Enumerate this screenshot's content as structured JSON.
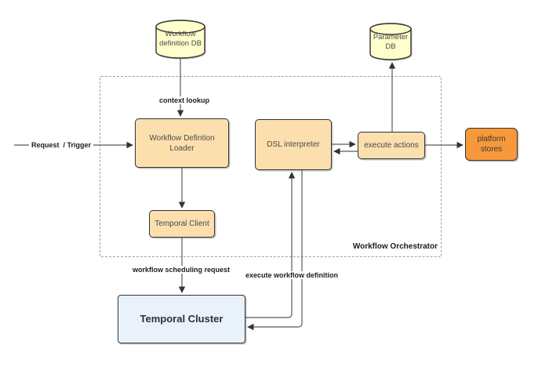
{
  "colors": {
    "node_fill": "#FBDFAC",
    "db_fill": "#FFFFCC",
    "orange_fill": "#F7983A",
    "cluster_fill": "#E9F2FB",
    "border_color": "#333333",
    "line_color": "#5A5A5A",
    "dashed_color": "#9E9E9E",
    "label_color": "#1C1C1C",
    "node_text": "#4A4A4A"
  },
  "container": {
    "label": "Workflow Orchestrator"
  },
  "nodes": {
    "workflow_definition_db": {
      "label": "Workflow definition DB",
      "shape": "cylinder"
    },
    "parameter_db": {
      "label": "Parameter DB",
      "shape": "cylinder"
    },
    "workflow_definition_loader": {
      "label": "Workflow Defintion Loader",
      "shape": "rect"
    },
    "dsl_interpreter": {
      "label": "DSL interpreter",
      "shape": "rect"
    },
    "execute_actions": {
      "label": "execute actions",
      "shape": "rect"
    },
    "platform_stores": {
      "label": "platform stores",
      "shape": "rect"
    },
    "temporal_client": {
      "label": "Temporal Client",
      "shape": "rect"
    },
    "temporal_cluster": {
      "label": "Temporal Cluster",
      "shape": "rect"
    }
  },
  "edge_labels": {
    "context_lookup": "context lookup",
    "request_trigger": "Request  / Trigger",
    "workflow_scheduling_request": "workflow scheduling request",
    "execute_workflow_definition": "execute workflow definition"
  }
}
